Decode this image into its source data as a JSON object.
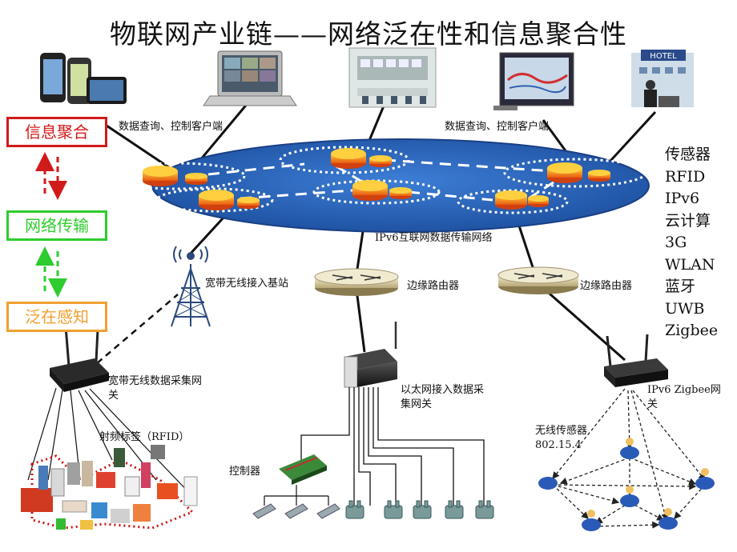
{
  "title": "物联网产业链——网络泛在性和信息聚合性",
  "layers": {
    "aggregation": "信息聚合",
    "transport": "网络传输",
    "sensing": "泛在感知"
  },
  "labels": {
    "client_left": "数据查询、控制客户端",
    "client_right": "数据查询、控制客户端",
    "ipv6_network": "IPv6互联网数据传输网络",
    "base_station": "宽带无线接入基站",
    "edge_router_1": "边缘路由器",
    "edge_router_2": "边缘路由器",
    "wireless_gateway": "宽带无线数据采集网关",
    "rfid_tags": "射频标签（RFID）",
    "ethernet_gateway": "以太网接入数据采集网关",
    "controller": "控制器",
    "zigbee_gateway": "IPv6 Zigbee网关",
    "sensor_802": "无线传感器802.15.4"
  },
  "technologies": [
    "传感器",
    "RFID",
    "IPv6",
    "云计算",
    "3G",
    "WLAN",
    "蓝牙",
    "UWB",
    "Zigbee"
  ],
  "hotel_sign": "HOTEL",
  "colors": {
    "aggregation": "#d11a1a",
    "transport": "#2ecc2e",
    "sensing": "#f0a030",
    "network": "#1f4ea8"
  },
  "icons": [
    "smartphone-icon",
    "laptop-icon",
    "control-room-icon",
    "monitor-map-icon",
    "hotel-icon",
    "router-icon",
    "antenna-tower-icon",
    "gateway-icon",
    "switch-icon",
    "sensor-node-icon"
  ]
}
